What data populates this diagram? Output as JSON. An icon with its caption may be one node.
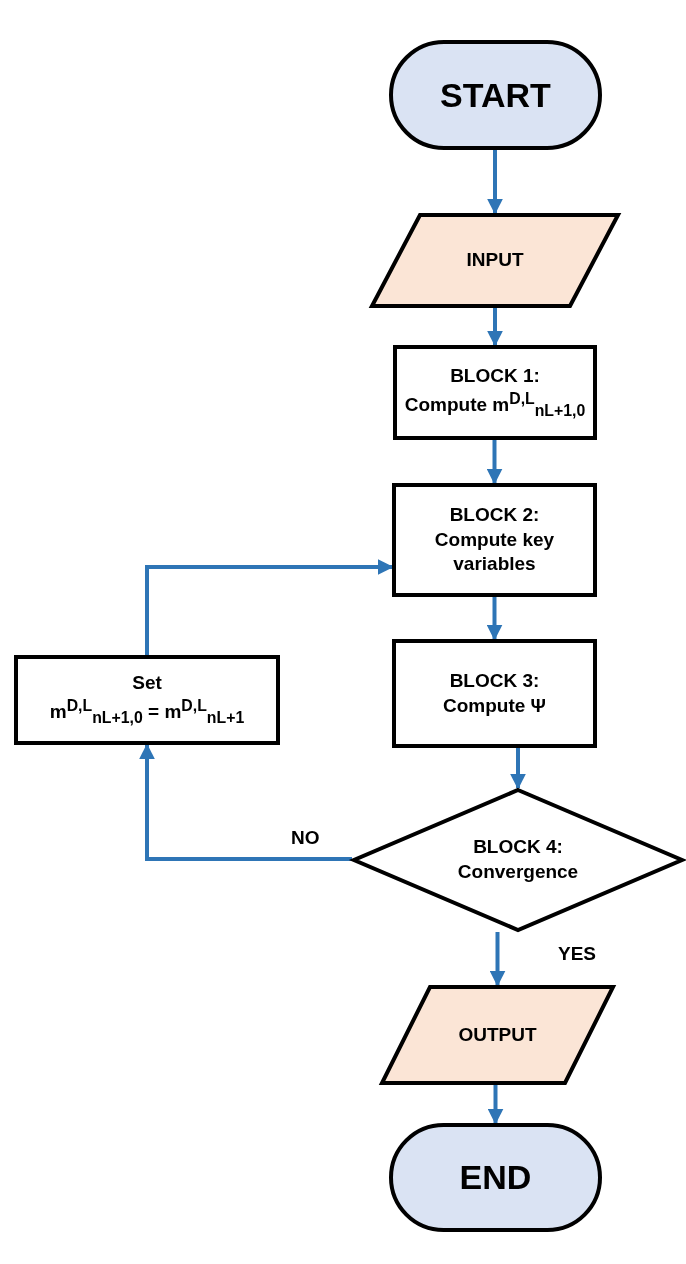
{
  "diagram": {
    "nodes": [
      {
        "text": [
          "START"
        ]
      },
      {
        "text": [
          "INPUT"
        ]
      },
      {
        "text": [
          "BLOCK 1:",
          "Compute m$^{D,L}$$_{nL+1,0}$"
        ]
      },
      {
        "text": [
          "BLOCK 2:",
          "Compute key variables"
        ]
      },
      {
        "text": [
          "BLOCK 3:",
          "Compute Ψ"
        ]
      },
      {
        "text": [
          "BLOCK 4:",
          "Convergence"
        ]
      },
      {
        "text": [
          "OUTPUT"
        ]
      },
      {
        "text": [
          "Set",
          "m$^{D,L}$$_{nL+1,0}$ = m$^{D,L}$$_{nL+1}$"
        ]
      },
      {
        "text": [
          "END"
        ]
      }
    ],
    "edges": [
      {
        "from": 0,
        "to": 1,
        "arrow": "to"
      },
      {
        "from": 1,
        "to": 2,
        "arrow": "to"
      },
      {
        "from": 2,
        "to": 3,
        "arrow": "to"
      },
      {
        "from": 3,
        "to": 4,
        "arrow": "to"
      },
      {
        "from": 4,
        "to": 5,
        "arrow": "to"
      },
      {
        "from": 5,
        "to": 6,
        "label": "YES",
        "arrow": "to"
      },
      {
        "from": 5,
        "to": 7,
        "label": "NO",
        "arrow": "to"
      },
      {
        "from": 7,
        "to": 3,
        "arrow": "to"
      },
      {
        "from": 6,
        "to": 8,
        "arrow": "to"
      }
    ]
  }
}
